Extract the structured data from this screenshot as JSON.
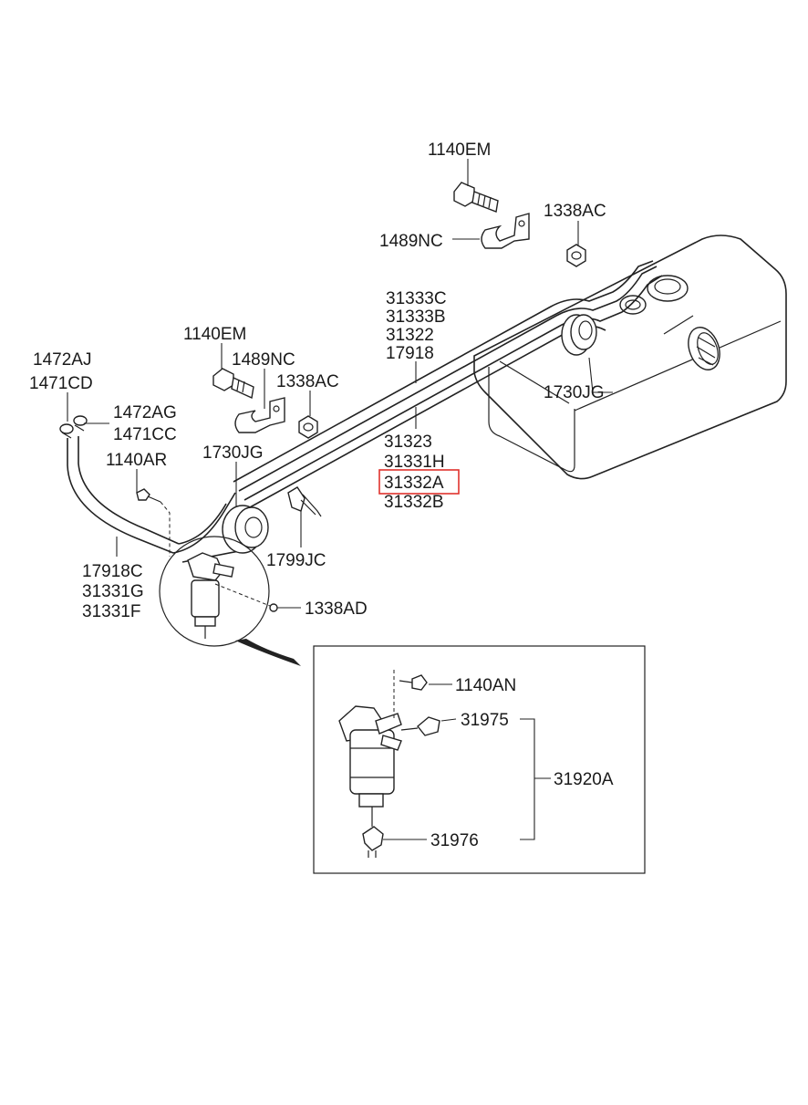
{
  "labels": {
    "bolt_top": "1140EM",
    "bracket_top": "1489NC",
    "nut_top": "1338AC",
    "line_group_1": [
      "31333C",
      "31333B",
      "31322",
      "17918"
    ],
    "grommet_right": "1730JG",
    "line_group_2": [
      "31323",
      "31331H"
    ],
    "highlighted_part": "31332A",
    "line_group_2b": "31332B",
    "bolt_mid": "1140EM",
    "bracket_mid": "1489NC",
    "nut_mid": "1338AC",
    "cap_1": "1472AJ",
    "clamp_1": "1471CD",
    "cap_2": "1472AG",
    "clamp_2": "1471CC",
    "bolt_left": "1140AR",
    "grommet_left": "1730JG",
    "clip": "1799JC",
    "line_group_3": [
      "17918C",
      "31331G",
      "31331F"
    ],
    "nut_bottom": "1338AD",
    "detail_bolt": "1140AN",
    "detail_fitting_top": "31975",
    "detail_assembly": "31920A",
    "detail_fitting_bottom": "31976"
  },
  "highlight_color": "#e0322d"
}
